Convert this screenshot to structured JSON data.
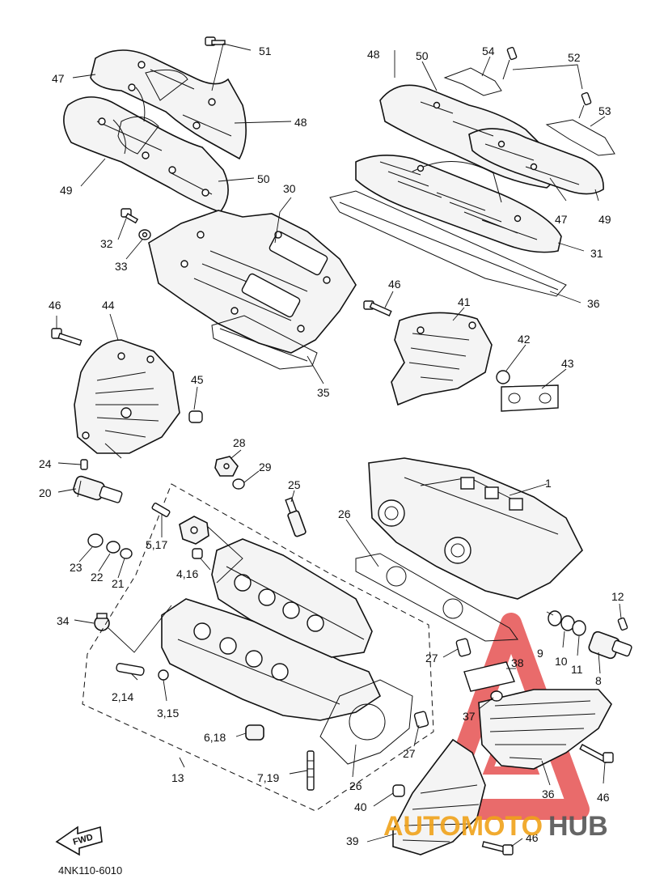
{
  "labels": {
    "n1": "1",
    "n2_14": "2,14",
    "n3_15": "3,15",
    "n4_16": "4,16",
    "n5_17": "5,17",
    "n6_18": "6,18",
    "n7_19": "7,19",
    "n8": "8",
    "n9": "9",
    "n10": "10",
    "n11": "11",
    "n12": "12",
    "n13": "13",
    "n20": "20",
    "n21": "21",
    "n22": "22",
    "n23": "23",
    "n24": "24",
    "n25": "25",
    "n26a": "26",
    "n26b": "26",
    "n27a": "27",
    "n27b": "27",
    "n28": "28",
    "n29": "29",
    "n30": "30",
    "n31": "31",
    "n32": "32",
    "n33": "33",
    "n34": "34",
    "n35": "35",
    "n36a": "36",
    "n36b": "36",
    "n37": "37",
    "n38": "38",
    "n39": "39",
    "n40": "40",
    "n41": "41",
    "n42": "42",
    "n43": "43",
    "n44": "44",
    "n45": "45",
    "n46a": "46",
    "n46b": "46",
    "n46c": "46",
    "n46d": "46",
    "n47a": "47",
    "n47b": "47",
    "n48a": "48",
    "n48b": "48",
    "n49a": "49",
    "n49b": "49",
    "n50a": "50",
    "n50b": "50",
    "n51": "51",
    "n52": "52",
    "n53": "53",
    "n54": "54"
  },
  "fwd_label": "FWD",
  "diagram_code": "4NK110-6010",
  "watermark": {
    "text_part1": "AUTOMOTO",
    "text_part2": "HUB",
    "color_primary": "#f0a21a",
    "color_secondary": "#e23a3a"
  }
}
